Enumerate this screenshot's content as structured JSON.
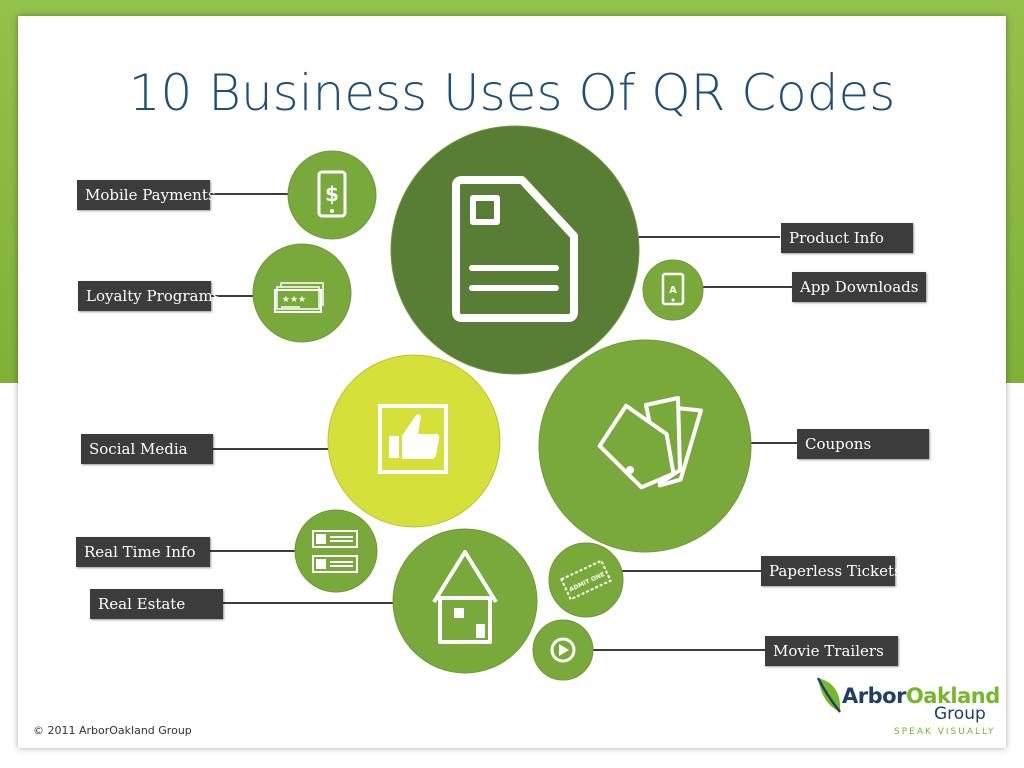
{
  "title": "10 Business Uses Of QR Codes",
  "uses": {
    "mobile_payments": "Mobile Payments",
    "loyalty_programs": "Loyalty Programs",
    "social_media": "Social Media",
    "real_time_info": "Real Time Info",
    "real_estate": "Real Estate",
    "product_info": "Product Info",
    "app_downloads": "App Downloads",
    "coupons": "Coupons",
    "paperless_tickets": "Paperless Tickets",
    "movie_trailers": "Movie Trailers"
  },
  "icon_text": {
    "dollar": "$",
    "stars": "★★★",
    "app_letter": "A",
    "admit": "ADMIT ONE"
  },
  "colors": {
    "dark_green": "#587d34",
    "mid_green": "#79a93b",
    "lime": "#d6e03a",
    "label_bg": "#3c3c3c",
    "title": "#1f4e79"
  },
  "footer": {
    "copyright": "© 2011 ArborOakland Group"
  },
  "logo": {
    "arbor": "Arbor",
    "oakland": "Oakland",
    "group": "Group",
    "tagline": "SPEAK VISUALLY"
  }
}
